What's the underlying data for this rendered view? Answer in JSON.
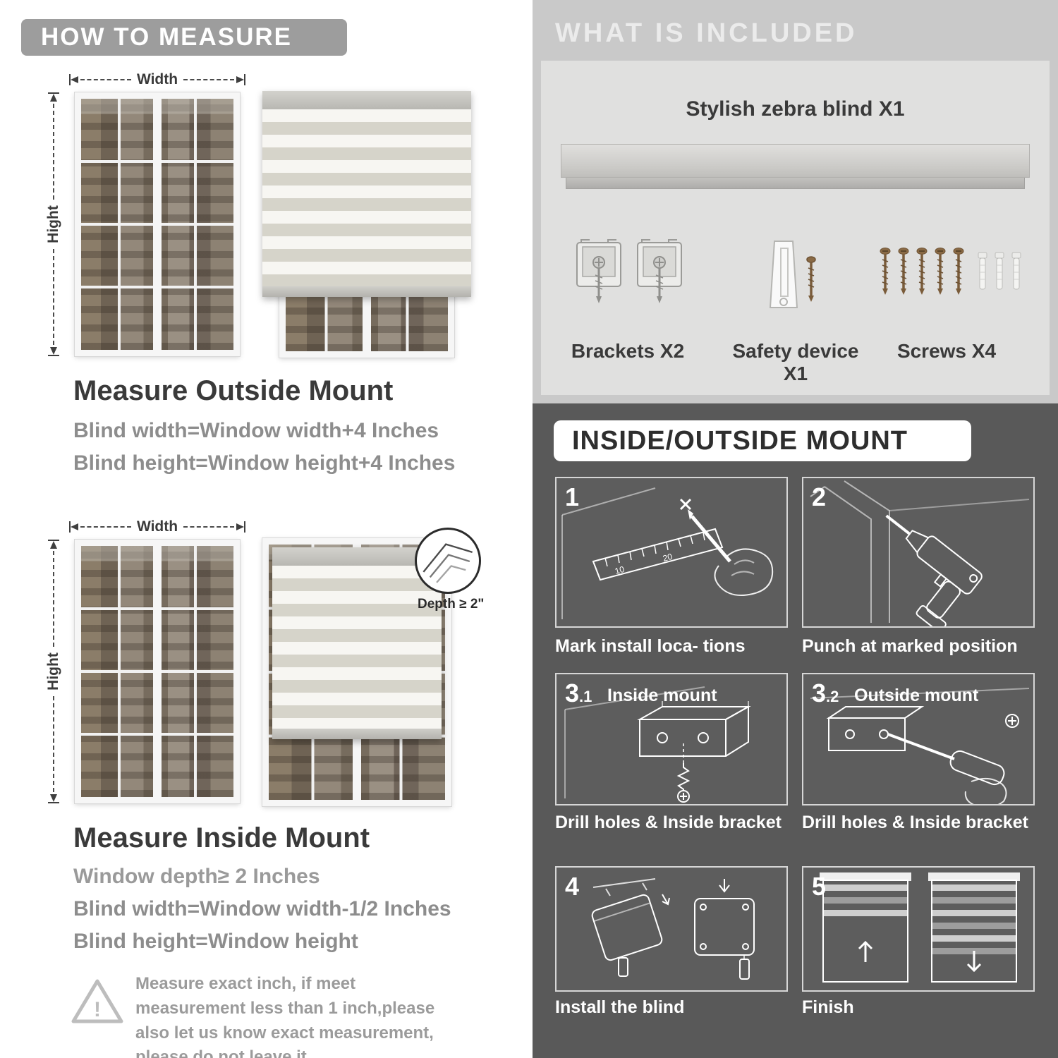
{
  "left": {
    "header": "HOW TO MEASURE",
    "outside": {
      "width_label": "Width",
      "height_label": "Hight",
      "title": "Measure Outside Mount",
      "line1": "Blind width=Window width+4 Inches",
      "line2": "Blind height=Window height+4 Inches"
    },
    "inside": {
      "width_label": "Width",
      "height_label": "Hight",
      "depth_label": "Depth ≥ 2\"",
      "title": "Measure Inside Mount",
      "line1": "Window depth≥ 2 Inches",
      "line2": "Blind width=Window width-1/2 Inches",
      "line3": "Blind height=Window height"
    },
    "note": "Measure exact inch, if meet measurement less than 1 inch,please also let us know exact measurement, please do not leave it"
  },
  "right": {
    "included": {
      "header": "WHAT IS INCLUDED",
      "blind_label": "Stylish zebra blind X1",
      "items": [
        {
          "label": "Brackets X2",
          "icon": "brackets-icon"
        },
        {
          "label": "Safety device X1",
          "icon": "safety-device-icon"
        },
        {
          "label": "Screws X4",
          "icon": "screws-icon"
        }
      ]
    },
    "mount": {
      "header": "INSIDE/OUTSIDE MOUNT",
      "steps": [
        {
          "num": "1",
          "sub": "",
          "inline": "",
          "caption": "Mark install loca- tions"
        },
        {
          "num": "2",
          "sub": "",
          "inline": "",
          "caption": "Punch at marked position"
        },
        {
          "num": "3",
          "sub": ".1",
          "inline": "Inside mount",
          "caption": "Drill holes & Inside bracket"
        },
        {
          "num": "3",
          "sub": ".2",
          "inline": "Outside mount",
          "caption": "Drill holes & Inside bracket"
        },
        {
          "num": "4",
          "sub": "",
          "inline": "",
          "caption": "Install the blind"
        },
        {
          "num": "5",
          "sub": "",
          "inline": "",
          "caption": "Finish"
        }
      ]
    }
  }
}
